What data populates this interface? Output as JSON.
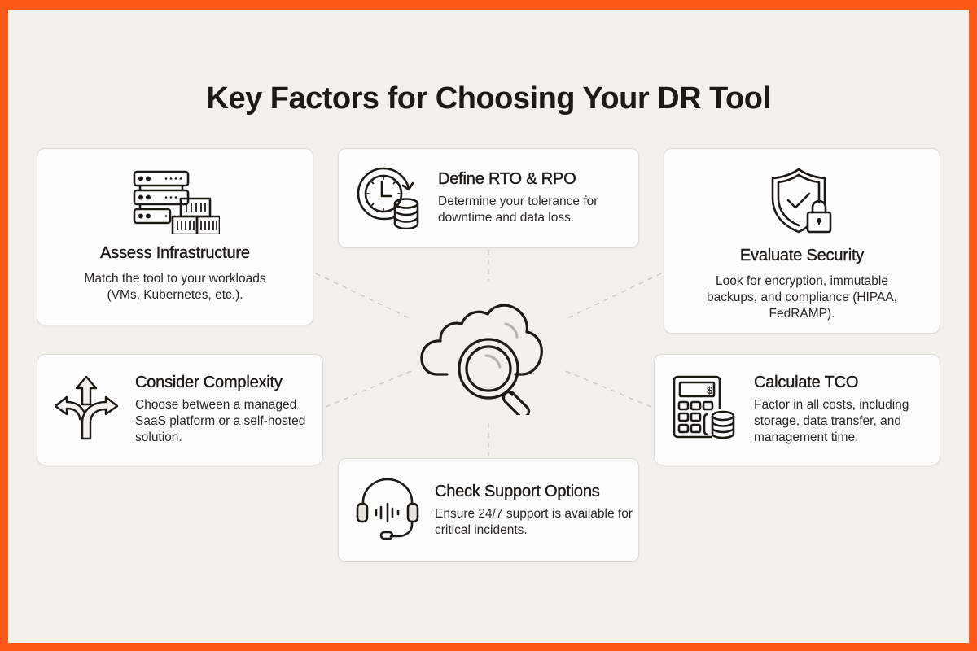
{
  "title": "Key Factors for Choosing Your DR Tool",
  "colors": {
    "frame": "#fc5a16",
    "background": "#f2f1ec",
    "card": "#fdfdfb",
    "ink": "#1d1a14",
    "connector": "#c9c7c0"
  },
  "hub": {
    "icon": "cloud-search-icon"
  },
  "factors": [
    {
      "id": "infra",
      "icon": "server-containers-icon",
      "heading": "Assess Infrastructure",
      "description": "Match the tool to your workloads (VMs, Kubernetes, etc.)."
    },
    {
      "id": "rto",
      "icon": "clock-database-icon",
      "heading": "Define RTO & RPO",
      "description": "Determine your tolerance for downtime and data loss."
    },
    {
      "id": "security",
      "icon": "shield-lock-icon",
      "heading": "Evaluate Security",
      "description": "Look for encryption, immutable backups, and compliance (HIPAA, FedRAMP)."
    },
    {
      "id": "complexity",
      "icon": "split-arrows-icon",
      "heading": "Consider Complexity",
      "description": "Choose between a managed SaaS platform or a self-hosted solution."
    },
    {
      "id": "tco",
      "icon": "calculator-coins-icon",
      "heading": "Calculate TCO",
      "description": "Factor in all costs, including storage, data transfer, and management time."
    },
    {
      "id": "support",
      "icon": "headset-icon",
      "heading": "Check Support Options",
      "description": "Ensure 24/7 support is available for critical incidents."
    }
  ]
}
